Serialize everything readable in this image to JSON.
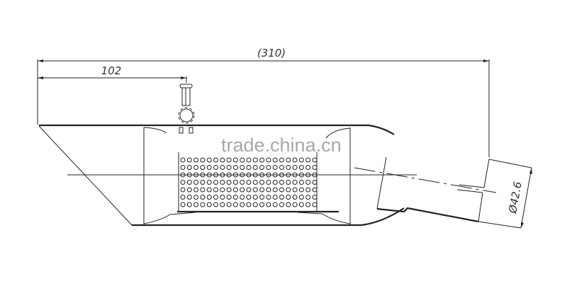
{
  "drawing": {
    "dimensions": {
      "overall_length": "(310)",
      "bolt_offset": "102",
      "outlet_diameter": "Ø42.6"
    },
    "watermark": "trade.china.cn",
    "perforation": {
      "rows": 7,
      "columns": 21
    }
  }
}
